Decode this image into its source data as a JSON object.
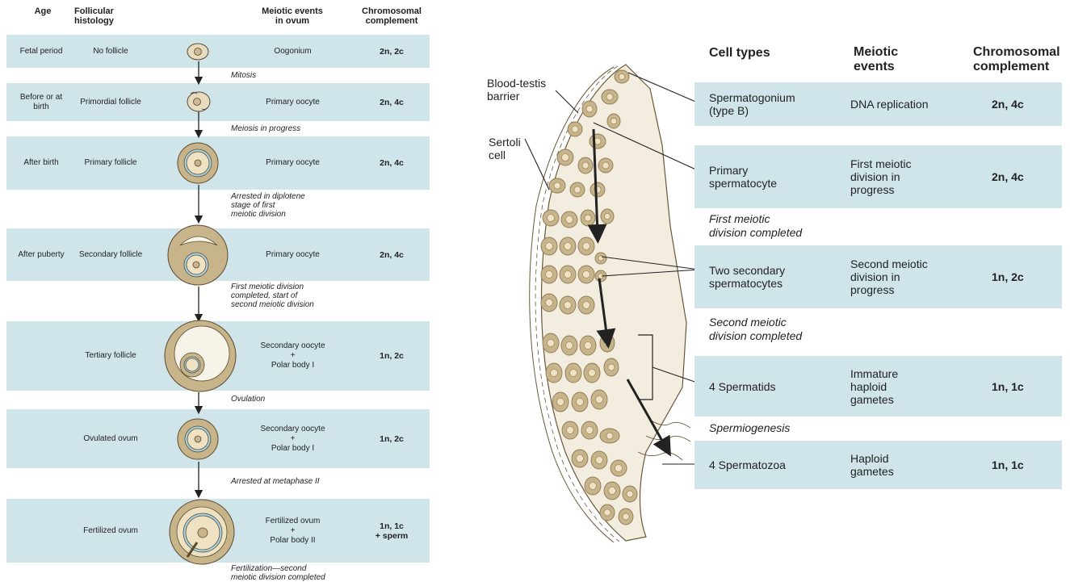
{
  "oogenesis": {
    "headers": {
      "age": "Age",
      "histology": "Follicular histology",
      "events": "Meiotic events in ovum",
      "chromosomal": "Chromosomal complement"
    },
    "rows": [
      {
        "age": "Fetal period",
        "histology": "No follicle",
        "event": "Oogonium",
        "complement": "2n, 2c"
      },
      {
        "age": "Before or at birth",
        "histology": "Primordial follicle",
        "event": "Primary oocyte",
        "complement": "2n, 4c"
      },
      {
        "age": "After birth",
        "histology": "Primary follicle",
        "event": "Primary oocyte",
        "complement": "2n, 4c"
      },
      {
        "age": "After puberty",
        "histology": "Secondary follicle",
        "event": "Primary oocyte",
        "complement": "2n, 4c"
      },
      {
        "age": "",
        "histology": "Tertiary follicle",
        "event": "Secondary oocyte\n+\nPolar body I",
        "complement": "1n, 2c"
      },
      {
        "age": "",
        "histology": "Ovulated ovum",
        "event": "Secondary oocyte\n+\nPolar body I",
        "complement": "1n, 2c"
      },
      {
        "age": "",
        "histology": "Fertilized ovum",
        "event": "Fertilized ovum\n+\nPolar body II",
        "complement": "1n, 1c\n+ sperm"
      }
    ],
    "transitions": [
      "Mitosis",
      "Meiosis in progress",
      "Arrested in diplotene\nstage of first\nmeiotic division",
      "First meiotic division\ncompleted, start of\nsecond meiotic division",
      "Ovulation",
      "Arrested at metaphase II",
      "Fertilization—second\nmeiotic division completed"
    ]
  },
  "spermatogenesis": {
    "headers": {
      "cell_types": "Cell types",
      "events": "Meiotic events",
      "chromosomal": "Chromosomal complement"
    },
    "labels": {
      "barrier": "Blood-testis\nbarrier",
      "sertoli": "Sertoli\ncell"
    },
    "rows": [
      {
        "cell": "Spermatogonium\n(type B)",
        "event": "DNA replication",
        "complement": "2n, 4c"
      },
      {
        "cell": "Primary\nspermatocyte",
        "event": "First meiotic\ndivision in\nprogress",
        "complement": "2n, 4c"
      },
      {
        "cell": "Two secondary\nspermatocytes",
        "event": "Second meiotic\ndivision in\nprogress",
        "complement": "1n, 2c"
      },
      {
        "cell": "4 Spermatids",
        "event": "Immature\nhaploid\ngametes",
        "complement": "1n, 1c"
      },
      {
        "cell": "4 Spermatozoa",
        "event": "Haploid\ngametes",
        "complement": "1n, 1c"
      }
    ],
    "transitions": [
      "First meiotic\ndivision completed",
      "Second meiotic\ndivision completed",
      "Spermiogenesis"
    ]
  },
  "colors": {
    "band": "#cfe5ea",
    "cell_fill": "#c8b48a",
    "cell_dark": "#8c7a55",
    "nucleus": "#efe2c2",
    "antrum": "#f6f3e8",
    "zona": "#a6d2e2",
    "line": "#222222"
  }
}
